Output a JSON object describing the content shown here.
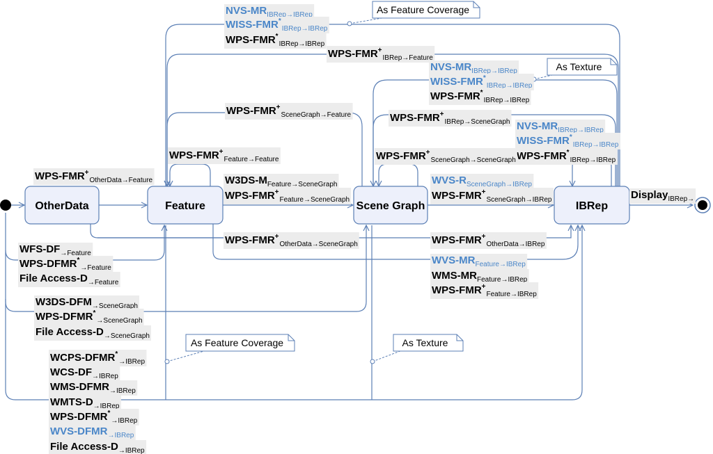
{
  "colors": {
    "line": "#5b7fb5",
    "state_fill": "#edf0fb",
    "label_bg": "#ececec",
    "blue_text": "#4a86c8",
    "note_fill": "#ffffff"
  },
  "states": {
    "otherdata": "OtherData",
    "feature": "Feature",
    "scenegraph": "Scene Graph",
    "ibrep": "IBRep"
  },
  "notes": {
    "feature_coverage_top": "As Feature Coverage",
    "texture_top": "As Texture",
    "feature_coverage_bottom": "As Feature Coverage",
    "texture_bottom": "As Texture"
  },
  "labels": {
    "nvs_mr_top": {
      "main": "NVS-MR",
      "sub": "IBRep→IBRep"
    },
    "wiss_fmr_top": {
      "main": "WISS-FMR",
      "sup": "*",
      "sub": "IBRep→IBRep"
    },
    "wps_fmr_top": {
      "main": "WPS-FMR",
      "sup": "*",
      "sub": "IBRep→IBRep"
    },
    "wps_fmr_ibrep_feature": {
      "main": "WPS-FMR",
      "sup": "+",
      "sub": "IBRep→Feature"
    },
    "nvs_mr_mid": {
      "main": "NVS-MR",
      "sub": "IBRep→IBRep"
    },
    "wiss_fmr_mid": {
      "main": "WISS-FMR",
      "sup": "*",
      "sub": "IBRep→IBRep"
    },
    "wps_fmr_mid": {
      "main": "WPS-FMR",
      "sup": "*",
      "sub": "IBRep→IBRep"
    },
    "wps_fmr_sg_feature": {
      "main": "WPS-FMR",
      "sup": "+",
      "sub": "SceneGraph→Feature"
    },
    "wps_fmr_ibrep_sg": {
      "main": "WPS-FMR",
      "sup": "+",
      "sub": "IBRep→SceneGraph"
    },
    "nvs_mr_self": {
      "main": "NVS-MR",
      "sub": "IBRep→IBRep"
    },
    "wiss_fmr_self": {
      "main": "WISS-FMR",
      "sup": "*",
      "sub": "IBRep→IBRep"
    },
    "wps_fmr_self": {
      "main": "WPS-FMR",
      "sup": "*",
      "sub": "IBRep→IBRep"
    },
    "wps_fmr_feature_feature": {
      "main": "WPS-FMR",
      "sup": "+",
      "sub": "Feature→Feature"
    },
    "wps_fmr_sg_sg": {
      "main": "WPS-FMR",
      "sup": "+",
      "sub": "SceneGraph→SceneGraph"
    },
    "wps_fmr_otherdata_feature": {
      "main": "WPS-FMR",
      "sup": "+",
      "sub": "OtherData→Feature"
    },
    "w3ds_m": {
      "main": "W3DS-M",
      "sub": "Feature→SceneGraph"
    },
    "wps_fmr_feature_sg": {
      "main": "WPS-FMR",
      "sup": "+",
      "sub": "Feature→SceneGraph"
    },
    "wvs_r": {
      "main": "WVS-R",
      "sub": "SceneGraph→IBRep"
    },
    "wps_fmr_sg_ibrep": {
      "main": "WPS-FMR",
      "sup": "+",
      "sub": "SceneGraph→IBRep"
    },
    "display": {
      "main": "Display",
      "sub": "IBRep→"
    },
    "wps_fmr_otherdata_sg": {
      "main": "WPS-FMR",
      "sup": "+",
      "sub": "OtherData→SceneGraph"
    },
    "wps_fmr_otherdata_ibrep": {
      "main": "WPS-FMR",
      "sup": "+",
      "sub": "OtherData→IBRep"
    },
    "wvs_mr": {
      "main": "WVS-MR",
      "sub": "Feature→IBRep"
    },
    "wms_mr": {
      "main": "WMS-MR",
      "sub": "Feature→IBRep"
    },
    "wps_fmr_feature_ibrep": {
      "main": "WPS-FMR",
      "sup": "+",
      "sub": "Feature→IBRep"
    },
    "wfs_df": {
      "main": "WFS-DF",
      "sub": "→Feature"
    },
    "wps_dfmr_feature": {
      "main": "WPS-DFMR",
      "sup": "*",
      "sub": "→Feature"
    },
    "file_access_feature": {
      "main": "File Access-D",
      "sub": "→Feature"
    },
    "w3ds_dfm": {
      "main": "W3DS-DFM",
      "sub": "→SceneGraph"
    },
    "wps_dfmr_sg": {
      "main": "WPS-DFMR",
      "sup": "*",
      "sub": "→SceneGraph"
    },
    "file_access_sg": {
      "main": "File Access-D",
      "sub": "→SceneGraph"
    },
    "wcps_dfmr": {
      "main": "WCPS-DFMR",
      "sup": "*",
      "sub": "→IBRep"
    },
    "wcs_df": {
      "main": "WCS-DF",
      "sub": "→IBRep"
    },
    "wms_dfmr": {
      "main": "WMS-DFMR",
      "sub": "→IBRep"
    },
    "wmts_d": {
      "main": "WMTS-D",
      "sub": "→IBRep"
    },
    "wps_dfmr_ibrep": {
      "main": "WPS-DFMR",
      "sup": "*",
      "sub": "→IBRep"
    },
    "wvs_dfmr": {
      "main": "WVS-DFMR",
      "sub": "→IBRep"
    },
    "file_access_ibrep": {
      "main": "File Access-D",
      "sub": "→IBRep"
    }
  }
}
